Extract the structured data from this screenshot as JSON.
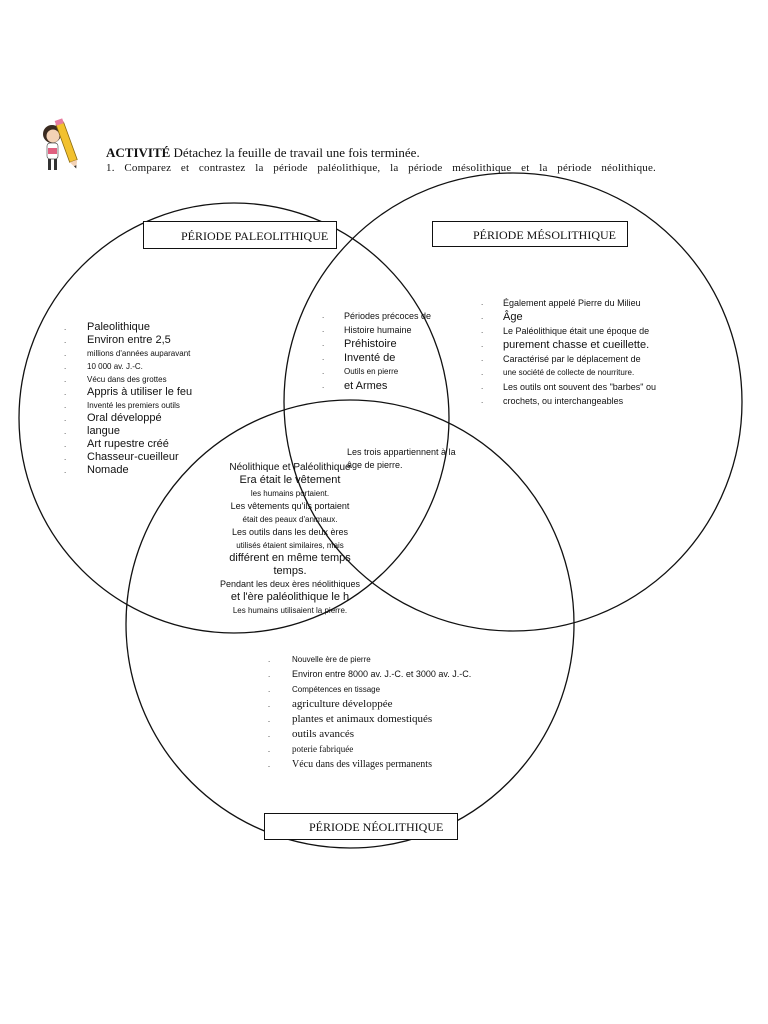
{
  "header": {
    "activity_label": "ACTIVITÉ",
    "instruction": "Détachez la feuille de travail une fois terminée.",
    "question": "1. Comparez et contrastez la période paléolithique, la période mésolithique et la période néolithique."
  },
  "labels": {
    "paleolithic": "PÉRIODE PALEOLITHIQUE",
    "mesolithic": "PÉRIODE MÉSOLITHIQUE",
    "neolithic": "PÉRIODE NÉOLITHIQUE"
  },
  "paleolithic_items": [
    {
      "text": "Paleolithique",
      "size": "s11"
    },
    {
      "text": "Environ entre 2,5",
      "size": "s11"
    },
    {
      "text": "millions d'années auparavant",
      "size": "s8"
    },
    {
      "text": "10 000 av. J.-C.",
      "size": "s8"
    },
    {
      "text": "Vécu dans des grottes",
      "size": "s8"
    },
    {
      "text": "Appris à utiliser le feu",
      "size": "s11"
    },
    {
      "text": "Inventé les premiers outils",
      "size": "s8"
    },
    {
      "text": "Oral développé",
      "size": "s11"
    },
    {
      "text": "langue",
      "size": "s11"
    },
    {
      "text": "Art rupestre créé",
      "size": "s11"
    },
    {
      "text": "Chasseur-cueilleur",
      "size": "s11"
    },
    {
      "text": "Nomade",
      "size": "s11"
    }
  ],
  "paleo_meso_items": [
    {
      "text": "Périodes précoces de",
      "size": "s9"
    },
    {
      "text": "Histoire humaine",
      "size": "s9"
    },
    {
      "text": "Préhistoire",
      "size": "s11"
    },
    {
      "text": "Inventé de",
      "size": "s11"
    },
    {
      "text": "Outils en pierre",
      "size": "s8"
    },
    {
      "text": "et Armes",
      "size": "s11"
    }
  ],
  "mesolithic_items": [
    {
      "text": "Également appelé Pierre du Milieu",
      "size": "s9"
    },
    {
      "text": "Âge",
      "size": "s11"
    },
    {
      "text": "Le Paléolithique était une époque de",
      "size": "s9"
    },
    {
      "text": "purement chasse et cueillette.",
      "size": "s11"
    },
    {
      "text": "Caractérisé par le déplacement de",
      "size": "s9"
    },
    {
      "text": "une société de collecte de nourriture.",
      "size": "s8"
    },
    {
      "text": "Les outils ont souvent des \"barbes\" ou",
      "size": "s9"
    },
    {
      "text": "crochets, ou interchangeables",
      "size": "s9"
    }
  ],
  "center_items": [
    "Les trois appartiennent à la",
    "âge de pierre."
  ],
  "paleo_neo_items": [
    {
      "text": "Néolithique et Paléolithique",
      "size": "s10"
    },
    {
      "text": "Era était le vêtement",
      "size": "s11"
    },
    {
      "text": "les humains portaient.",
      "size": "s8"
    },
    {
      "text": "Les vêtements qu'ils portaient",
      "size": "s9"
    },
    {
      "text": "était des peaux d'animaux.",
      "size": "s8"
    },
    {
      "text": "Les outils dans les deux ères",
      "size": "s9"
    },
    {
      "text": "utilisés étaient similaires, mais",
      "size": "s8"
    },
    {
      "text": "différent en même temps",
      "size": "s11"
    },
    {
      "text": "temps.",
      "size": "s11"
    },
    {
      "text": "Pendant les deux ères néolithiques",
      "size": "s9"
    },
    {
      "text": "et l'ère paléolithique le h",
      "size": "s11"
    },
    {
      "text": "Les humains utilisaient la pierre.",
      "size": "s8"
    }
  ],
  "neolithic_items": [
    {
      "text": "Nouvelle ère de pierre",
      "size": "s8",
      "font": "sans"
    },
    {
      "text": "Environ entre 8000 av. J.-C. et 3000 av. J.-C.",
      "size": "s9",
      "font": "sans"
    },
    {
      "text": "Compétences en tissage",
      "size": "s8",
      "font": "sans"
    },
    {
      "text": "agriculture développée",
      "size": "s11",
      "font": "serif"
    },
    {
      "text": "plantes et animaux domestiqués",
      "size": "s11",
      "font": "serif"
    },
    {
      "text": "outils avancés",
      "size": "s11",
      "font": "serif"
    },
    {
      "text": "poterie fabriquée",
      "size": "s9",
      "font": "serif"
    },
    {
      "text": "Vécu dans des villages permanents",
      "size": "s10",
      "font": "serif"
    }
  ],
  "bullet_char": "."
}
